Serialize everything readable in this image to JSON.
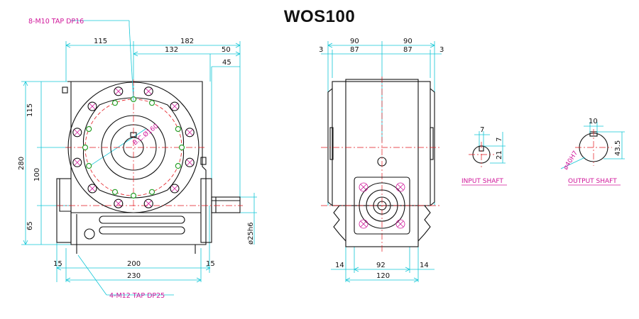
{
  "title": "WOS100",
  "front_view": {
    "note_top": "8-M10 TAP DP16",
    "note_bottom": "4-M12 TAP DP25",
    "bcd_label": "B.C.Ø160",
    "dims": {
      "top_left": "115",
      "top_right": "182",
      "top_mid": "132",
      "top_50": "50",
      "top_45": "45",
      "left_115": "115",
      "left_280": "280",
      "left_100": "100",
      "left_65": "65",
      "bottom_200": "200",
      "bottom_15_left": "15",
      "bottom_15_right": "15",
      "bottom_230": "230",
      "shaft_dia": "ø25h6"
    }
  },
  "side_view": {
    "dims": {
      "top_90_left": "90",
      "top_90_right": "90",
      "top_87_left": "87",
      "top_87_right": "87",
      "top_3_left": "3",
      "top_3_right": "3",
      "bottom_14_left": "14",
      "bottom_92": "92",
      "bottom_14_right": "14",
      "bottom_120": "120"
    }
  },
  "input_shaft": {
    "label": "INPUT SHAFT",
    "dim_7_top": "7",
    "dim_7_side": "7",
    "dim_21": "21"
  },
  "output_shaft": {
    "label": "OUTPUT SHAFT",
    "dim_10": "10",
    "dim_435": "43.5",
    "dim_bore": "ø40H7"
  }
}
